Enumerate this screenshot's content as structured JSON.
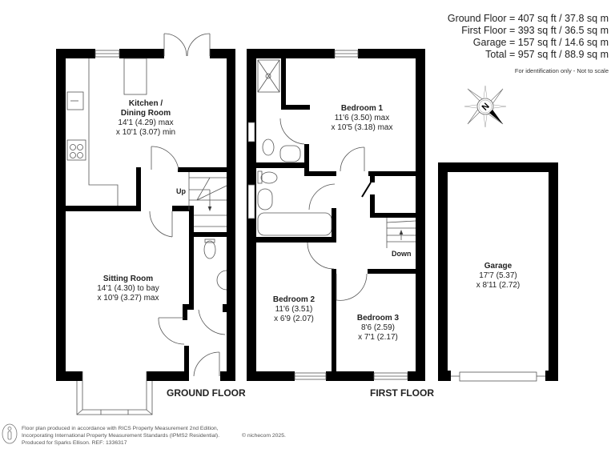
{
  "areas": {
    "lines": [
      "Ground Floor = 407 sq ft / 37.8 sq m",
      "First Floor = 393 sq ft / 36.5 sq m",
      "Garage = 157 sq ft / 14.6 sq m",
      "Total = 957 sq ft / 88.9 sq m"
    ],
    "note": "For identification only - Not to scale"
  },
  "compass": {
    "icon": "north-compass-icon",
    "label": "N"
  },
  "ground_floor": {
    "title": "GROUND FLOOR",
    "stairs_label": "Up",
    "rooms": [
      {
        "name": "Kitchen /",
        "name2": "Dining Room",
        "dim1": "14'1 (4.29) max",
        "dim2": "x 10'1 (3.07) min"
      },
      {
        "name": "Sitting Room",
        "dim1": "14'1 (4.30) to bay",
        "dim2": "x 10'9 (3.27) max"
      }
    ]
  },
  "first_floor": {
    "title": "FIRST FLOOR",
    "stairs_label": "Down",
    "rooms": [
      {
        "name": "Bedroom 1",
        "dim1": "11'6 (3.50) max",
        "dim2": "x 10'5 (3.18) max"
      },
      {
        "name": "Bedroom 2",
        "dim1": "11'6 (3.51)",
        "dim2": "x 6'9 (2.07)"
      },
      {
        "name": "Bedroom 3",
        "dim1": "8'6 (2.59)",
        "dim2": "x 7'1 (2.17)"
      }
    ]
  },
  "garage": {
    "name": "Garage",
    "dim1": "17'7 (5.37)",
    "dim2": "x 8'11 (2.72)"
  },
  "footer": {
    "line1": "Floor plan produced in accordance with RICS Property Measurement 2nd Edition,",
    "line2": "Incorporating International Property Measurement Standards (IPMS2 Residential).",
    "line3": "Produced for Sparks Ellison.   REF: 1336317",
    "copyright": "© nichecom 2025."
  },
  "colors": {
    "wall": "#000000",
    "line": "#555555",
    "background": "#ffffff"
  }
}
